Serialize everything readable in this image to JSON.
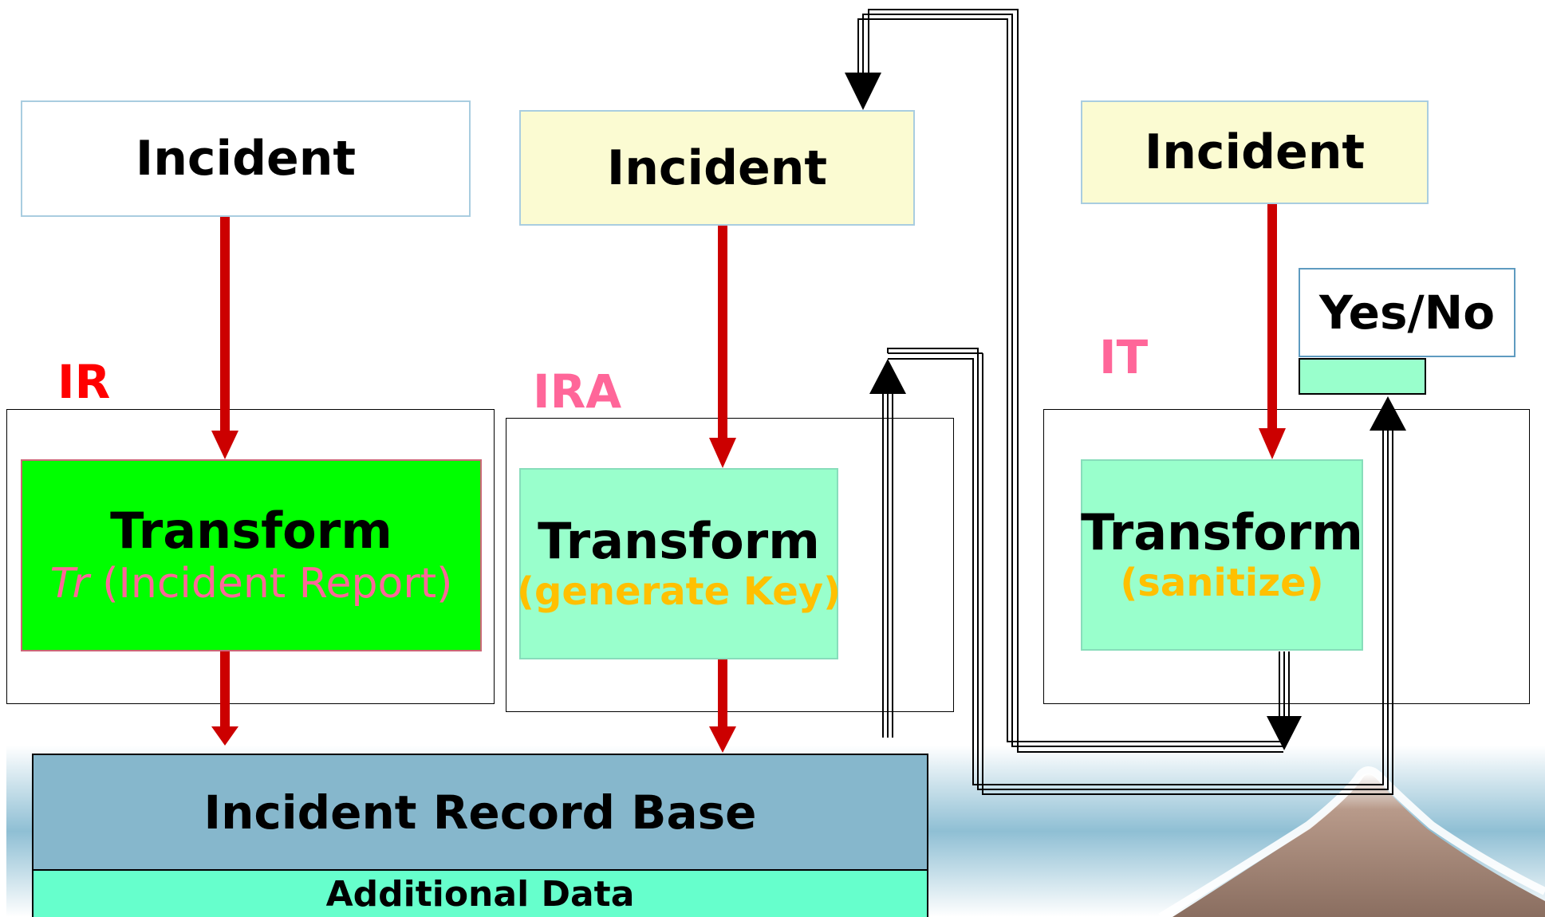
{
  "colors": {
    "red_arrow": "#cc0000",
    "white_box": "#ffffff",
    "yellow_box": "#fbfbd2",
    "mint_box": "#99ffcc",
    "bright_green": "#00ff00",
    "record_base": "#86b7cc",
    "additional_data": "#66ffcc",
    "label_red": "#ff0000",
    "label_pink": "#ff6699",
    "orange_text": "#ffc000"
  },
  "incidents": [
    {
      "label": "Incident"
    },
    {
      "label": "Incident"
    },
    {
      "label": "Incident"
    }
  ],
  "process_labels": {
    "ir": "IR",
    "ira": "IRA",
    "it": "IT"
  },
  "transforms": {
    "ir": {
      "title": "Transform",
      "sub_italic": "Tr",
      "sub": " (Incident Report)"
    },
    "ira": {
      "title": "Transform",
      "sub": "(generate Key)"
    },
    "it": {
      "title": "Transform",
      "sub": "(sanitize)"
    }
  },
  "decision": {
    "label": "Yes/No"
  },
  "record_base": {
    "title": "Incident Record Base",
    "additional": "Additional Data"
  }
}
